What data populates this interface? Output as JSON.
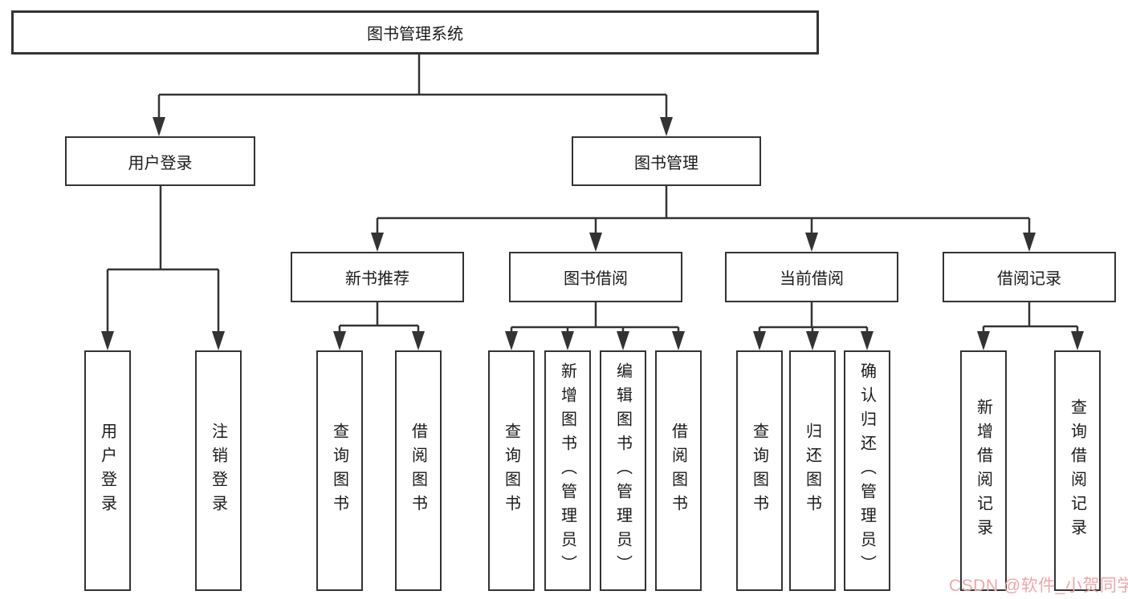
{
  "colors": {
    "line": "#333333",
    "box_border": "#333333",
    "text": "#1a1a1a",
    "watermark": "#f0a6a6",
    "background": "#ffffff"
  },
  "watermark": {
    "text": "CSDN @软件_小贺同学"
  },
  "diagram": {
    "type": "hierarchy-tree",
    "root": {
      "label": "图书管理系统",
      "children": [
        {
          "label": "用户登录",
          "children": [
            {
              "label": "用户登录"
            },
            {
              "label": "注销登录"
            }
          ]
        },
        {
          "label": "图书管理",
          "children": [
            {
              "label": "新书推荐",
              "children": [
                {
                  "label": "查询图书"
                },
                {
                  "label": "借阅图书"
                }
              ]
            },
            {
              "label": "图书借阅",
              "children": [
                {
                  "label": "查询图书"
                },
                {
                  "label": "新增图书（管理员）"
                },
                {
                  "label": "编辑图书（管理员）"
                },
                {
                  "label": "借阅图书"
                }
              ]
            },
            {
              "label": "当前借阅",
              "children": [
                {
                  "label": "查询图书"
                },
                {
                  "label": "归还图书"
                },
                {
                  "label": "确认归还（管理员）"
                }
              ]
            },
            {
              "label": "借阅记录",
              "children": [
                {
                  "label": "新增借阅记录"
                },
                {
                  "label": "查询借阅记录"
                }
              ]
            }
          ]
        }
      ]
    }
  }
}
